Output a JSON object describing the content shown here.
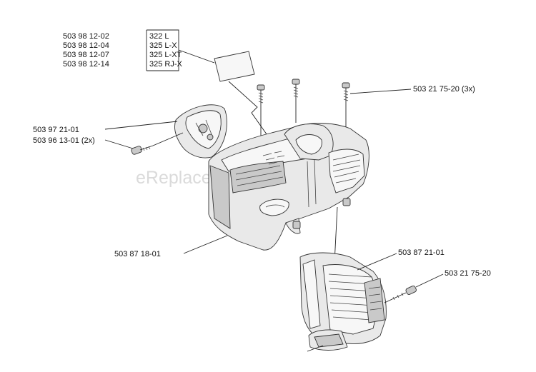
{
  "watermark": "eReplacementParts.com",
  "label_box": {
    "rows": [
      {
        "part": "503 98 12-02",
        "model": "322 L"
      },
      {
        "part": "503 98 12-04",
        "model": "325 L-X"
      },
      {
        "part": "503 98 12-07",
        "model": "325 L-XT"
      },
      {
        "part": "503 98 12-14",
        "model": "325 RJ-X"
      }
    ]
  },
  "callouts": {
    "screw_3x": "503 21 75-20 (3x)",
    "filter_cover": "503 97 21-01",
    "screw_2x": "503 96 13-01 (2x)",
    "cylinder_cover": "503 87 18-01",
    "starter_cover": "503 87 21-01",
    "screw_single": "503 21 75-20"
  }
}
